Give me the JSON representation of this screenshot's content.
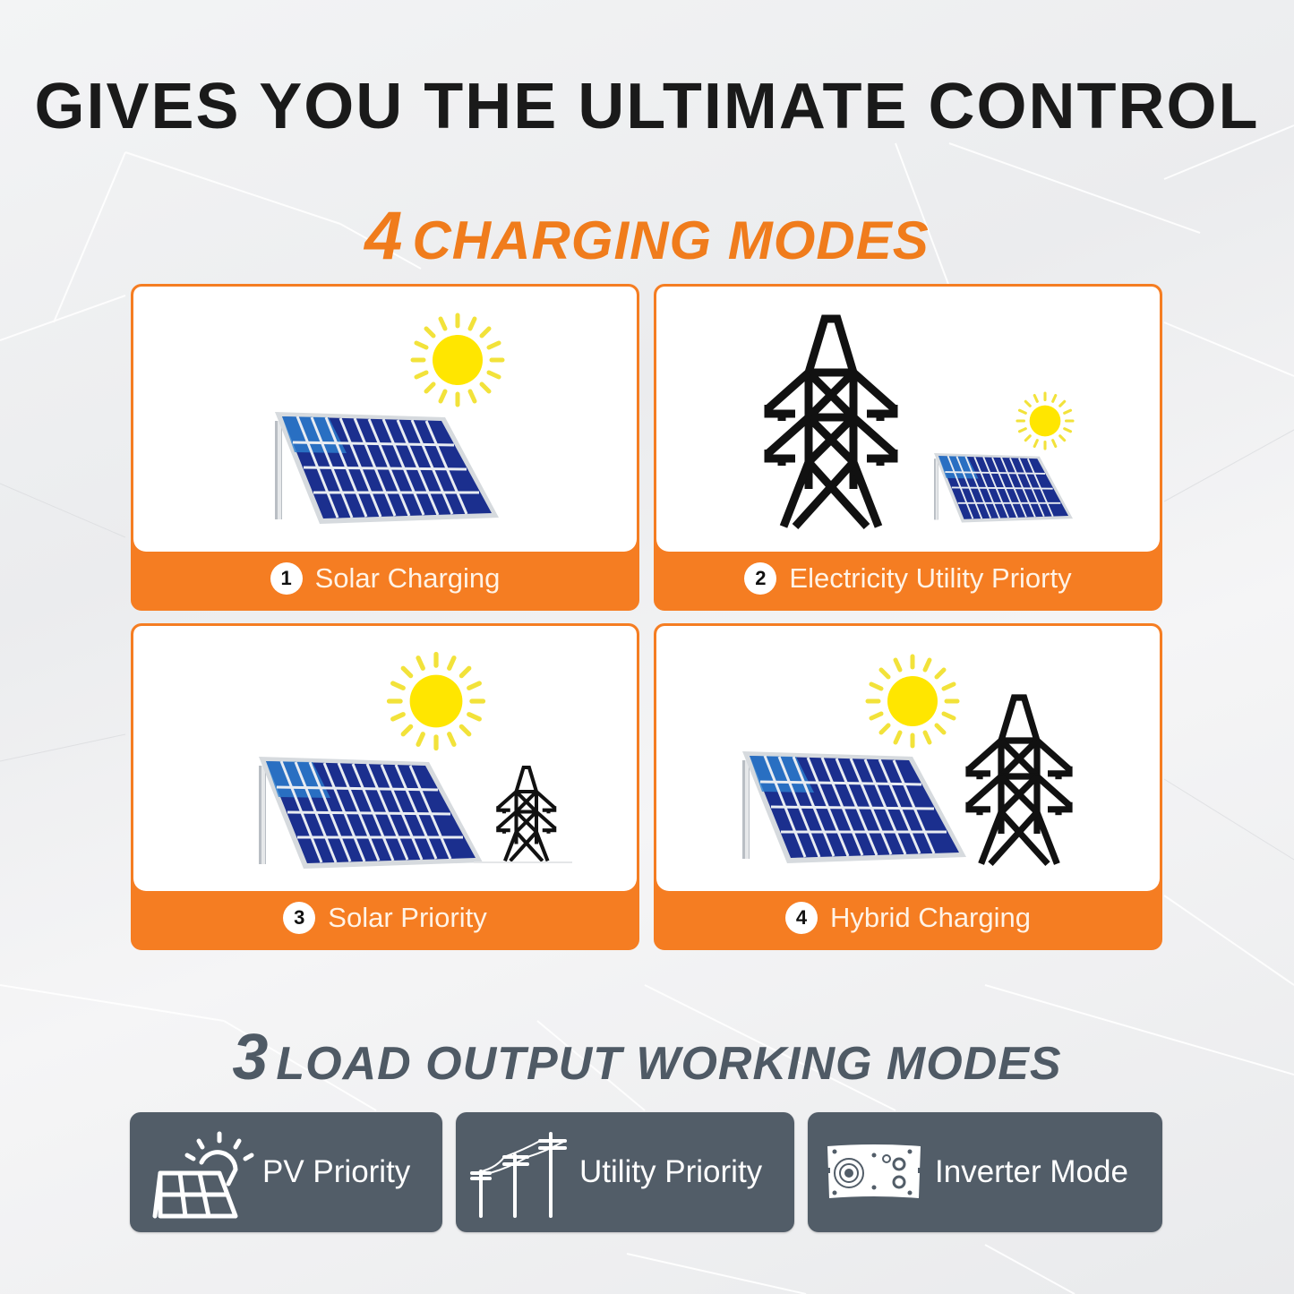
{
  "header": {
    "title": "GIVES YOU THE ULTIMATE CONTROL"
  },
  "charging": {
    "count": "4",
    "heading": "CHARGING MODES",
    "accent_color": "#f57d22",
    "modes": [
      {
        "number": "1",
        "label": "Solar Charging",
        "icon": "solar-panel-with-sun"
      },
      {
        "number": "2",
        "label": "Electricity Utility Priorty",
        "icon": "power-tower-with-small-solar-panel"
      },
      {
        "number": "3",
        "label": "Solar Priority",
        "icon": "solar-panel-with-small-power-tower"
      },
      {
        "number": "4",
        "label": "Hybrid Charging",
        "icon": "solar-panel-and-power-tower"
      }
    ]
  },
  "load_output": {
    "count": "3",
    "heading": "LOAD OUTPUT WORKING MODES",
    "button_color": "#525d68",
    "modes": [
      {
        "label": "PV Priority",
        "icon": "solar-panel-sun-icon"
      },
      {
        "label": "Utility Priority",
        "icon": "utility-poles-icon"
      },
      {
        "label": "Inverter Mode",
        "icon": "inverter-icon"
      }
    ]
  }
}
